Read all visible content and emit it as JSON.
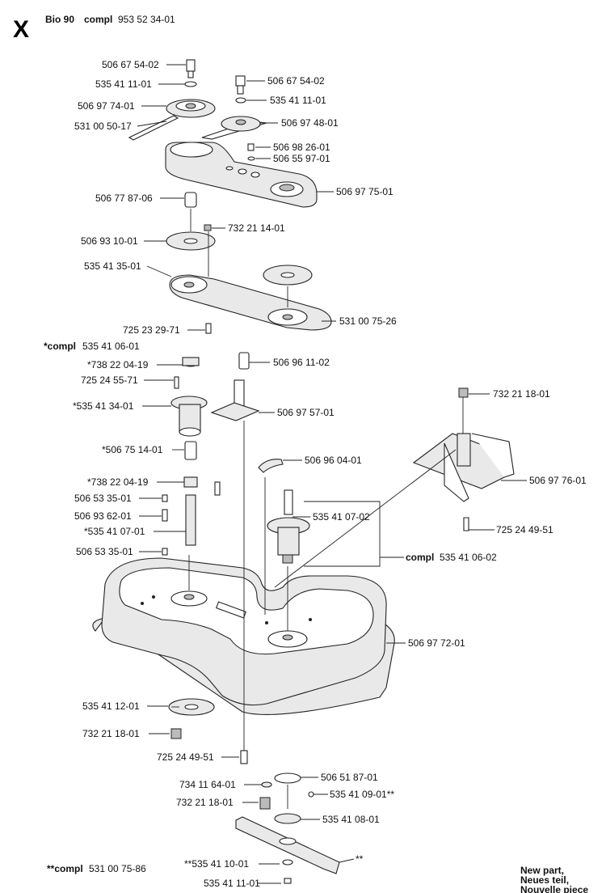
{
  "header": {
    "letter": "X",
    "model": "Bio 90",
    "compl_word": "compl",
    "compl_number": "953 52 34-01"
  },
  "labels": {
    "l01": "506 67 54-02",
    "l02": "535 41 11-01",
    "l03": "506 97 74-01",
    "l04": "531 00 50-17",
    "l05": "506 67 54-02",
    "l06": "535 41 11-01",
    "l07": "506 97 48-01",
    "l08": "506 98 26-01",
    "l09": "506 55 97-01",
    "l10": "506 97 75-01",
    "l11": "506 77 87-06",
    "l12": "732 21 14-01",
    "l13": "506 93 10-01",
    "l14": "535 41 35-01",
    "l15": "531 00 75-26",
    "l16": "725 23 29-71",
    "l17": "506 96 11-02",
    "l18": "*738 22 04-19",
    "l19": "725 24 55-71",
    "l20": "*535 41 34-01",
    "l21": "506 97 57-01",
    "l22": "732 21 18-01",
    "l23": "*506 75 14-01",
    "l24": "506 96 04-01",
    "l25": "506 97 76-01",
    "l26": "*738 22 04-19",
    "l27": "506 53 35-01",
    "l28": "535 41 07-02",
    "l29": "506 93 62-01",
    "l30": "725 24 49-51",
    "l31": "*535 41 07-01",
    "l32": "506 53 35-01",
    "l33": "506 97 72-01",
    "l34": "535 41 12-01",
    "l35": "732 21 18-01",
    "l36": "725 24 49-51",
    "l37": "506 51 87-01",
    "l38": "734 11 64-01",
    "l39": "535 41 09-01**",
    "l40": "732 21 18-01",
    "l41": "535 41 08-01",
    "l42": "**535 41 10-01",
    "l43": "**",
    "l44": "535 41 11-01"
  },
  "groups": {
    "g1_word": "*compl",
    "g1_number": "535 41 06-01",
    "g2_word": "compl",
    "g2_number": "535 41 06-02",
    "g3_word": "**compl",
    "g3_number": "531 00 75-86"
  },
  "legend": {
    "line1": "New part,",
    "line2": "Neues teil,",
    "line3": "Nouvelle piece"
  }
}
